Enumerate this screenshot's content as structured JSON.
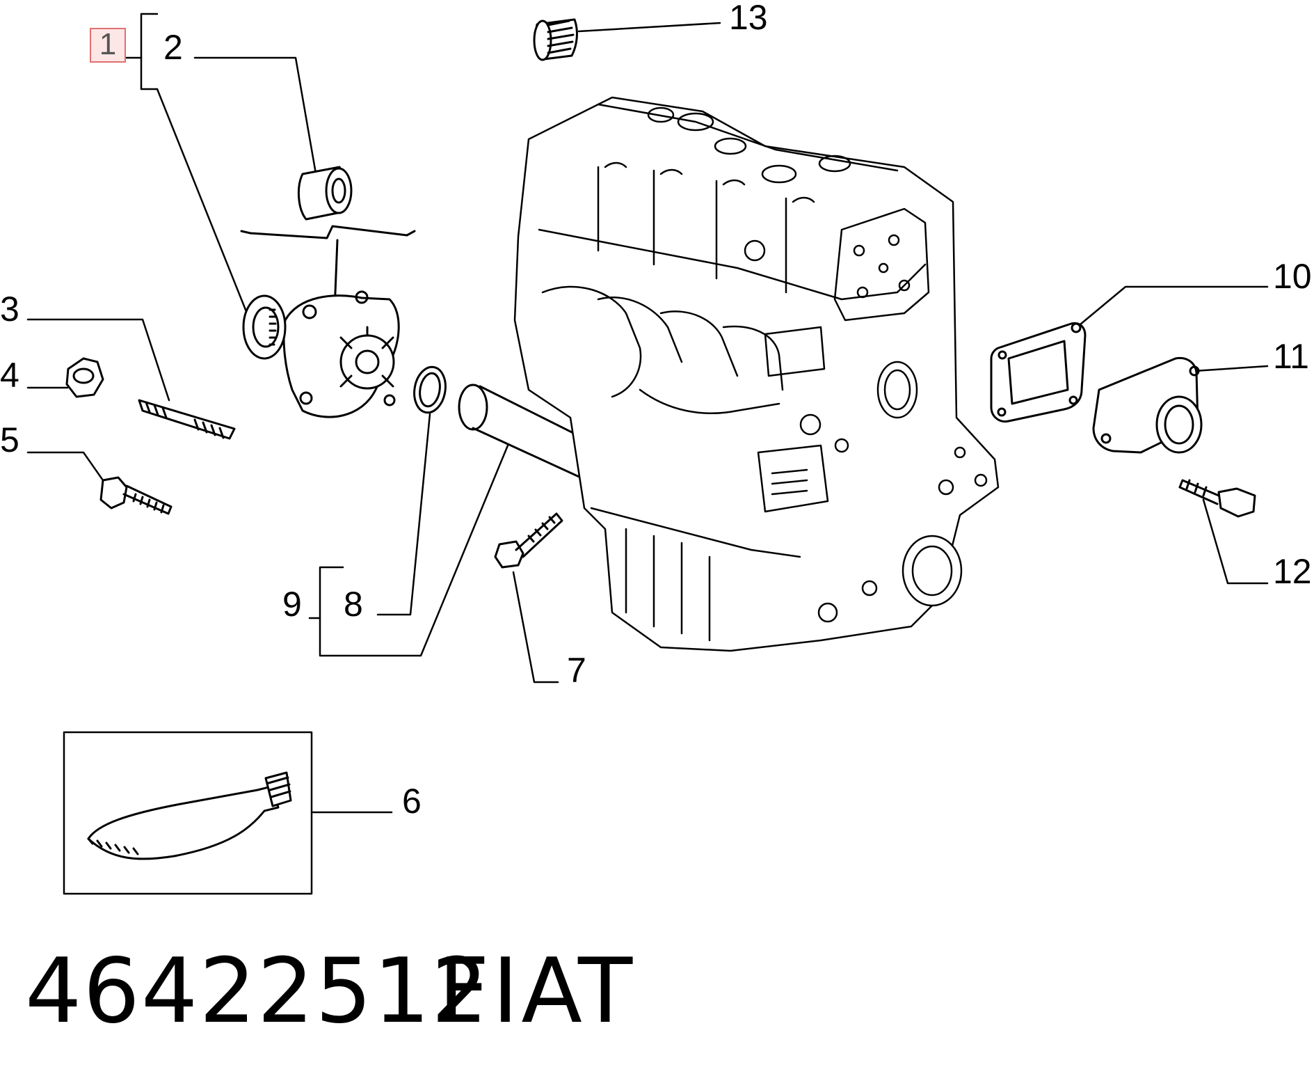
{
  "callouts": {
    "c1": "1",
    "c2": "2",
    "c3": "3",
    "c4": "4",
    "c5": "5",
    "c6": "6",
    "c7": "7",
    "c8": "8",
    "c9": "9",
    "c10": "10",
    "c11": "11",
    "c12": "12",
    "c13": "13"
  },
  "footer": {
    "part_number": "46422512",
    "brand": "FIAT"
  },
  "colors": {
    "line": "#000000",
    "highlight_border": "#e07070",
    "highlight_fill": "#fde6e6",
    "background": "#ffffff"
  }
}
